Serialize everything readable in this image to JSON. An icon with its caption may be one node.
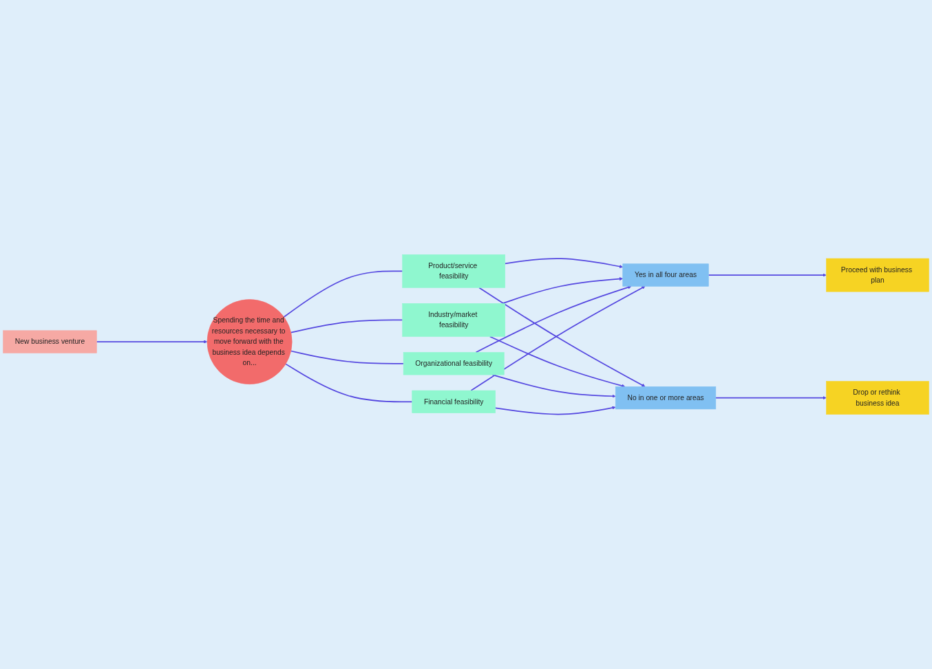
{
  "diagram": {
    "nodes": [
      {
        "text": [
          "New business venture"
        ]
      },
      {
        "text": [
          "Spending the time and resources necessary to move forward with the business idea depends on..."
        ]
      },
      {
        "text": [
          "Product/service feasibility"
        ]
      },
      {
        "text": [
          "Industry/market feasibility"
        ]
      },
      {
        "text": [
          "Organizational feasibility"
        ]
      },
      {
        "text": [
          "Financial feasibility"
        ]
      },
      {
        "text": [
          "Yes in all four areas"
        ]
      },
      {
        "text": [
          "No in one or more areas"
        ]
      },
      {
        "text": [
          "Proceed with business plan"
        ]
      },
      {
        "text": [
          "Drop or rethink business idea"
        ]
      }
    ],
    "edges": [
      {
        "from": 0,
        "to": 1,
        "arrow": "to"
      },
      {
        "from": 1,
        "to": 2,
        "arrow": "none"
      },
      {
        "from": 1,
        "to": 3,
        "arrow": "none"
      },
      {
        "from": 1,
        "to": 4,
        "arrow": "none"
      },
      {
        "from": 1,
        "to": 5,
        "arrow": "none"
      },
      {
        "from": 2,
        "to": 6,
        "arrow": "to"
      },
      {
        "from": 3,
        "to": 6,
        "arrow": "to"
      },
      {
        "from": 4,
        "to": 6,
        "arrow": "to"
      },
      {
        "from": 5,
        "to": 6,
        "arrow": "to"
      },
      {
        "from": 2,
        "to": 7,
        "arrow": "to"
      },
      {
        "from": 3,
        "to": 7,
        "arrow": "to"
      },
      {
        "from": 4,
        "to": 7,
        "arrow": "to"
      },
      {
        "from": 5,
        "to": 7,
        "arrow": "to"
      },
      {
        "from": 6,
        "to": 8,
        "arrow": "to"
      },
      {
        "from": 7,
        "to": 9,
        "arrow": "to"
      }
    ]
  }
}
